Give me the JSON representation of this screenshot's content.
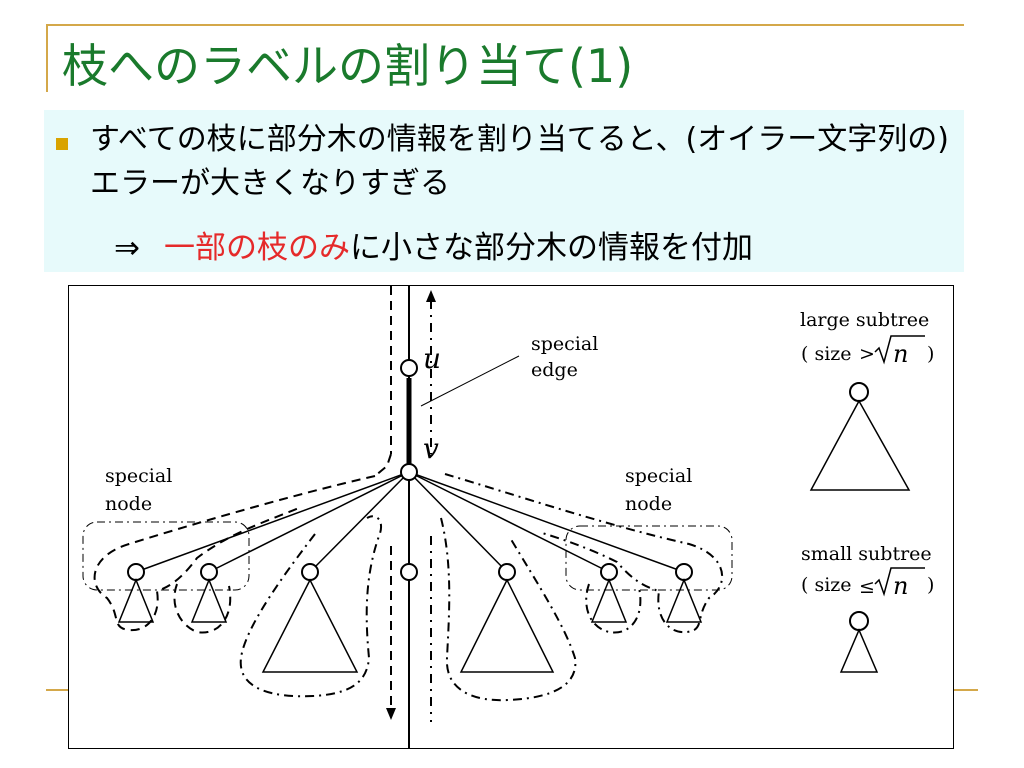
{
  "slide": {
    "title": "枝へのラベルの割り当て(1)",
    "bullet_text": "すべての枝に部分木の情報を割り当てると、(オイラー文字列の)エラーが大きくなりすぎる",
    "sub_arrow": "⇒",
    "sub_highlight": "一部の枝のみ",
    "sub_rest": "に小さな部分木の情報を付加",
    "accent_color": "#d4a84a",
    "title_color": "#1a7a2c",
    "highlight_color": "#e52a2a"
  },
  "diagram": {
    "node_u": "u",
    "node_v": "v",
    "special_edge": [
      "special",
      "edge"
    ],
    "special_node_left": [
      "special",
      "node"
    ],
    "special_node_right": [
      "special",
      "node"
    ],
    "large_subtree": "large subtree",
    "large_size_prefix": "( size",
    "large_op": ">",
    "small_subtree": "small subtree",
    "small_size_prefix": "( size",
    "small_op": "≤",
    "sqrt_var": "n",
    "close_paren": ")"
  }
}
